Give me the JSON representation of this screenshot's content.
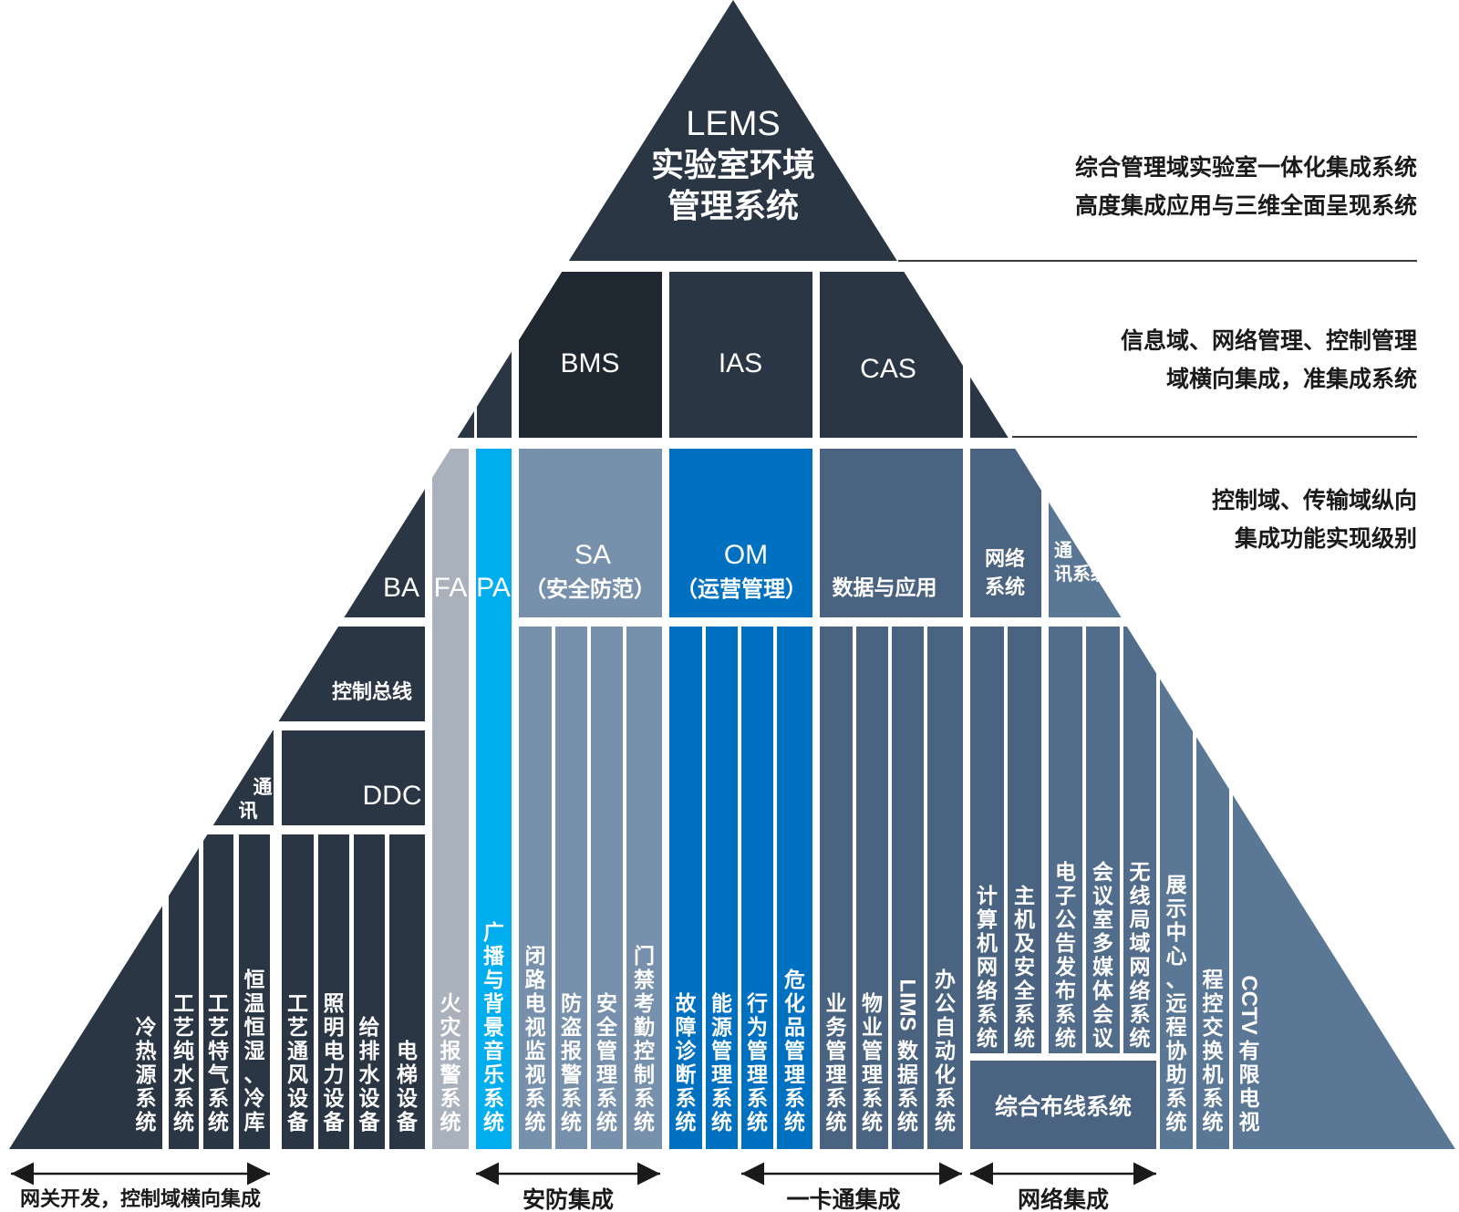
{
  "colors": {
    "dark": "#2b3645",
    "darker": "#1f2731",
    "gray": "#a9b1bc",
    "cyan": "#00aeef",
    "steel": "#7791ad",
    "blue": "#0070c0",
    "slate": "#4a6380",
    "slate2": "#526d8c",
    "slate3": "#5b7796",
    "white": "#ffffff",
    "text": "#1a1a1a"
  },
  "apex": {
    "line1": "LEMS",
    "line2": "实验室环境",
    "line3": "管理系统"
  },
  "tier2": {
    "bms": "BMS",
    "ias": "IAS",
    "cas": "CAS"
  },
  "tier3": {
    "ba": "BA",
    "fa": "FA",
    "pa": "PA",
    "sa_title": "SA",
    "sa_sub": "（安全防范）",
    "om_title": "OM",
    "om_sub": "（运营管理）",
    "data_app": "数据与应用",
    "network": [
      "网络",
      "系统"
    ],
    "comm": [
      "通",
      "讯系统"
    ]
  },
  "bus": "控制总线",
  "ddc": "DDC",
  "comm_small": [
    "通",
    "讯"
  ],
  "columns": [
    {
      "text": "冷热源系统"
    },
    {
      "text": "工艺纯水系统"
    },
    {
      "text": "工艺特气系统"
    },
    {
      "text": "恒温恒湿、冷库"
    },
    {
      "text": "工艺通风设备"
    },
    {
      "text": "照明电力设备"
    },
    {
      "text": "给排水设备"
    },
    {
      "text": "电梯设备"
    },
    {
      "text": "火灾报警系统"
    },
    {
      "text": "广播与背景音乐系统"
    },
    {
      "text": "闭路电视监视系统"
    },
    {
      "text": "防盗报警系统"
    },
    {
      "text": "安全管理系统"
    },
    {
      "text": "门禁考勤控制系统"
    },
    {
      "text": "故障诊断系统"
    },
    {
      "text": "能源管理系统"
    },
    {
      "text": "行为管理系统"
    },
    {
      "text": "危化品管理系统"
    },
    {
      "text": "业务管理系统"
    },
    {
      "text": "物业管理系统"
    },
    {
      "text": "LIMS数据系统"
    },
    {
      "text": "办公自动化系统"
    },
    {
      "text": "计算机网络系统"
    },
    {
      "text": "主机及安全系统"
    },
    {
      "text": "电子公告发布系统"
    },
    {
      "text": "会议室多媒体会议"
    },
    {
      "text": "无线局域网络系统"
    },
    {
      "text": "展示中心、远程协助系统"
    },
    {
      "text": "程控交换机系统"
    },
    {
      "text": "CCTV有限电视"
    }
  ],
  "cabling": "综合布线系统",
  "right_labels": {
    "top": [
      "综合管理域实验室一体化集成系统",
      "高度集成应用与三维全面呈现系统"
    ],
    "mid": [
      "信息域、网络管理、控制管理",
      "域横向集成，准集成系统"
    ],
    "bottom": [
      "控制域、传输域纵向",
      "集成功能实现级别"
    ]
  },
  "bottom_labels": {
    "gateway": "网关开发，控制域横向集成",
    "security": "安防集成",
    "card": "一卡通集成",
    "network": "网络集成"
  }
}
